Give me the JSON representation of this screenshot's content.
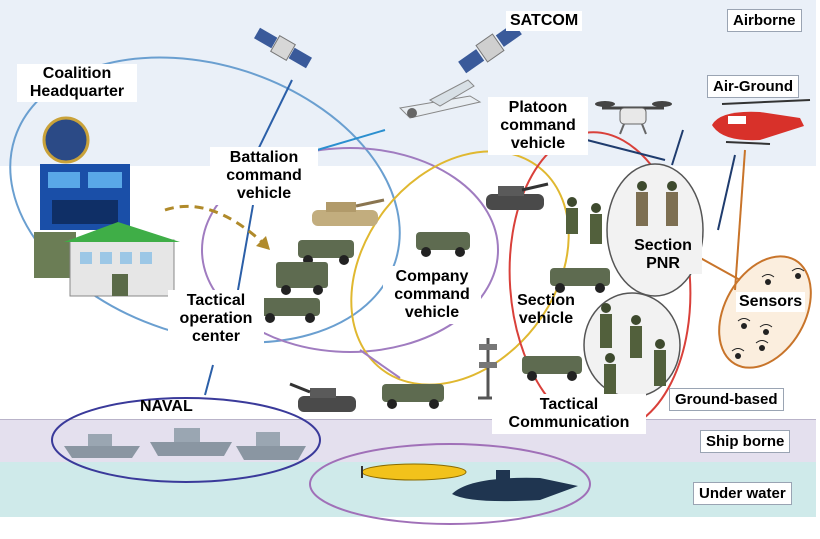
{
  "domains": {
    "airborne": "Airborne",
    "air_ground": "Air-Ground",
    "ground_based": "Ground-based",
    "ship_borne": "Ship borne",
    "under_water": "Under water"
  },
  "nodes": {
    "satcom": "SATCOM",
    "coalition_hq": [
      "Coalition",
      "Headquarter"
    ],
    "battalion": [
      "Battalion",
      "command",
      "vehicle"
    ],
    "platoon": [
      "Platoon",
      "command",
      "vehicle"
    ],
    "company": [
      "Company",
      "command",
      "vehicle"
    ],
    "tactical_op": [
      "Tactical",
      "operation",
      "center"
    ],
    "section_pnr": [
      "Section",
      "PNR"
    ],
    "section_vehicle": [
      "Section",
      "vehicle"
    ],
    "sensors": "Sensors",
    "naval": "NAVAL",
    "tactical_comm": [
      "Tactical",
      "Communication"
    ]
  },
  "colors": {
    "hq_ring": "#6a9fd0",
    "battalion_ring": "#a07cc0",
    "company_ring": "#e0b830",
    "section_ring": "#d9403a",
    "pnr_ring": "#555555",
    "sensor_ring": "#c8742a",
    "naval_ring": "#3a3a9a",
    "underwater_ring": "#a070b8",
    "datalink": "#2b5fa8",
    "dashed_arrow": "#b08a2a"
  },
  "icons": [
    "satellite-icon",
    "satcom-satellite-icon",
    "drone-icon",
    "quadcopter-icon",
    "helicopter-icon",
    "tank-icon",
    "humvee-icon",
    "soldier-icon",
    "building-icon",
    "radio-tower-icon",
    "warship-icon",
    "submarine-icon",
    "auv-icon",
    "sensor-icon"
  ]
}
